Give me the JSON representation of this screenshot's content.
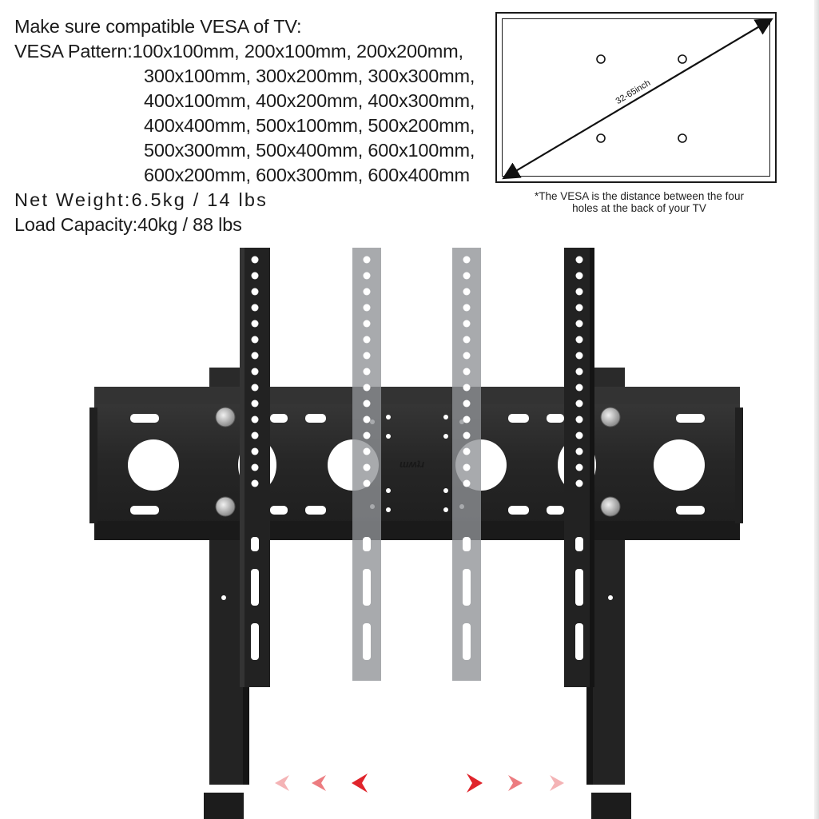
{
  "specs": {
    "heading": "Make sure compatible VESA of TV:",
    "vesa_label": "VESA Pattern:",
    "vesa_lines": [
      "100x100mm, 200x100mm, 200x200mm,",
      "300x100mm, 300x200mm, 300x300mm,",
      "400x100mm, 400x200mm, 400x300mm,",
      "400x400mm, 500x100mm, 500x200mm,",
      "500x300mm, 500x400mm, 600x100mm,",
      "600x200mm, 600x300mm, 600x400mm"
    ],
    "net_weight": "Net Weight:6.5kg / 14 lbs",
    "load_capacity": "Load Capacity:40kg / 88 lbs"
  },
  "diagram": {
    "size_label": "32-65inch",
    "caption_line1": "*The VESA is the distance between the four",
    "caption_line2": "holes at the back of your TV"
  },
  "colors": {
    "bracket": "#2b2b2b",
    "arm_ghost": "#8f9296",
    "arrow_accent": "#e0242b"
  },
  "icons": {
    "left_arrows": "chevron-left-icon",
    "right_arrows": "chevron-right-icon"
  }
}
